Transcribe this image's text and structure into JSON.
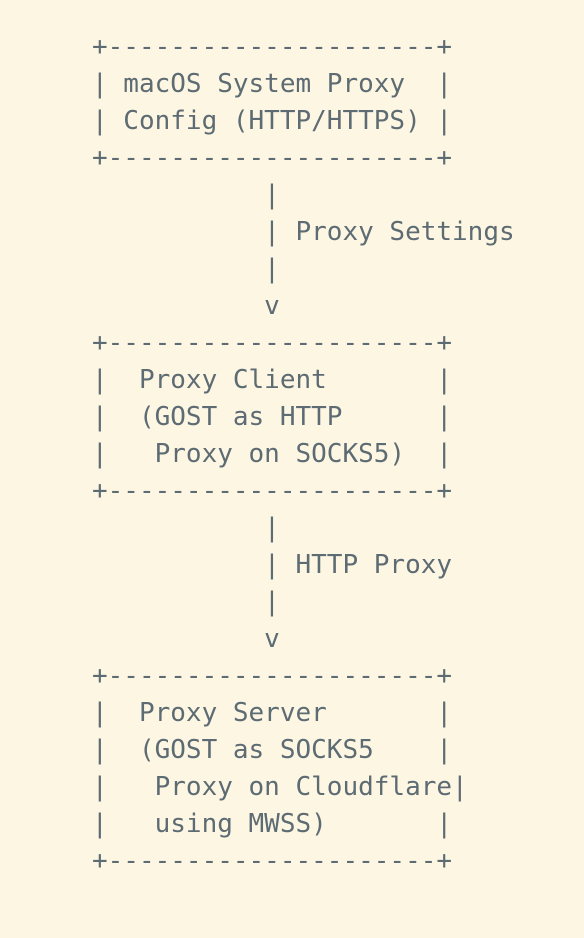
{
  "diagram": {
    "lines": [
      "+---------------------+",
      "| macOS System Proxy  |",
      "| Config (HTTP/HTTPS) |",
      "+---------------------+",
      "           |",
      "           | Proxy Settings",
      "           |",
      "           v",
      "+---------------------+",
      "|  Proxy Client       |",
      "|  (GOST as HTTP      |",
      "|   Proxy on SOCKS5)  |",
      "+---------------------+",
      "           |",
      "           | HTTP Proxy",
      "           |",
      "           v",
      "+---------------------+",
      "|  Proxy Server       |",
      "|  (GOST as SOCKS5    |",
      "|   Proxy on Cloudflare|",
      "|   using MWSS)       |",
      "+---------------------+"
    ]
  }
}
